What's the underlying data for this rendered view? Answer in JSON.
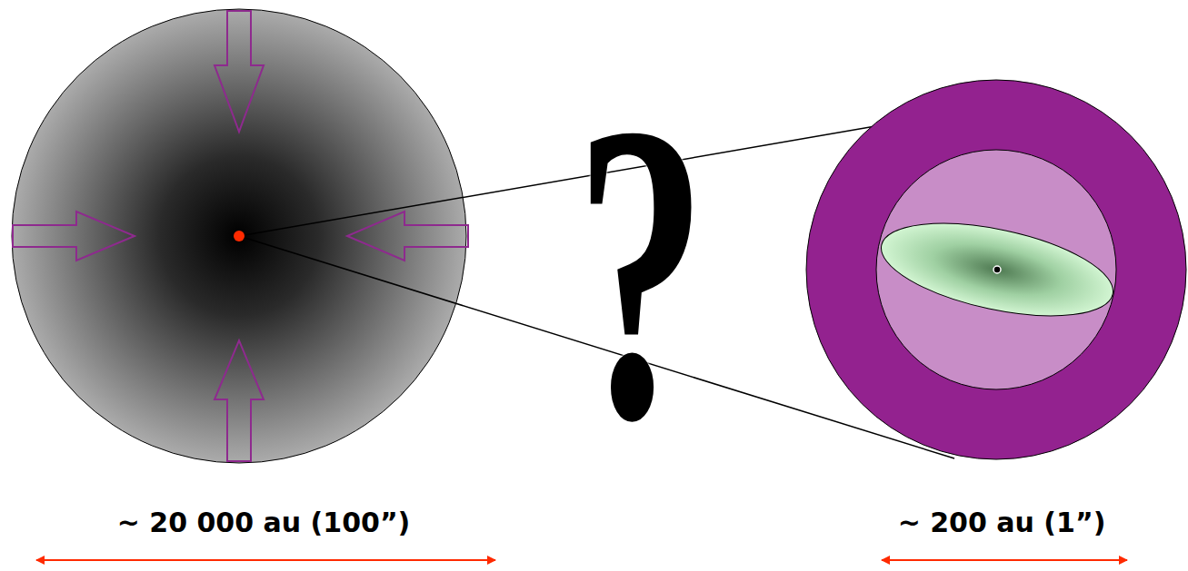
{
  "diagram": {
    "labels": [
      "?",
      "~ 20 000 au (100”)",
      "~ 200 au (1”)"
    ]
  }
}
